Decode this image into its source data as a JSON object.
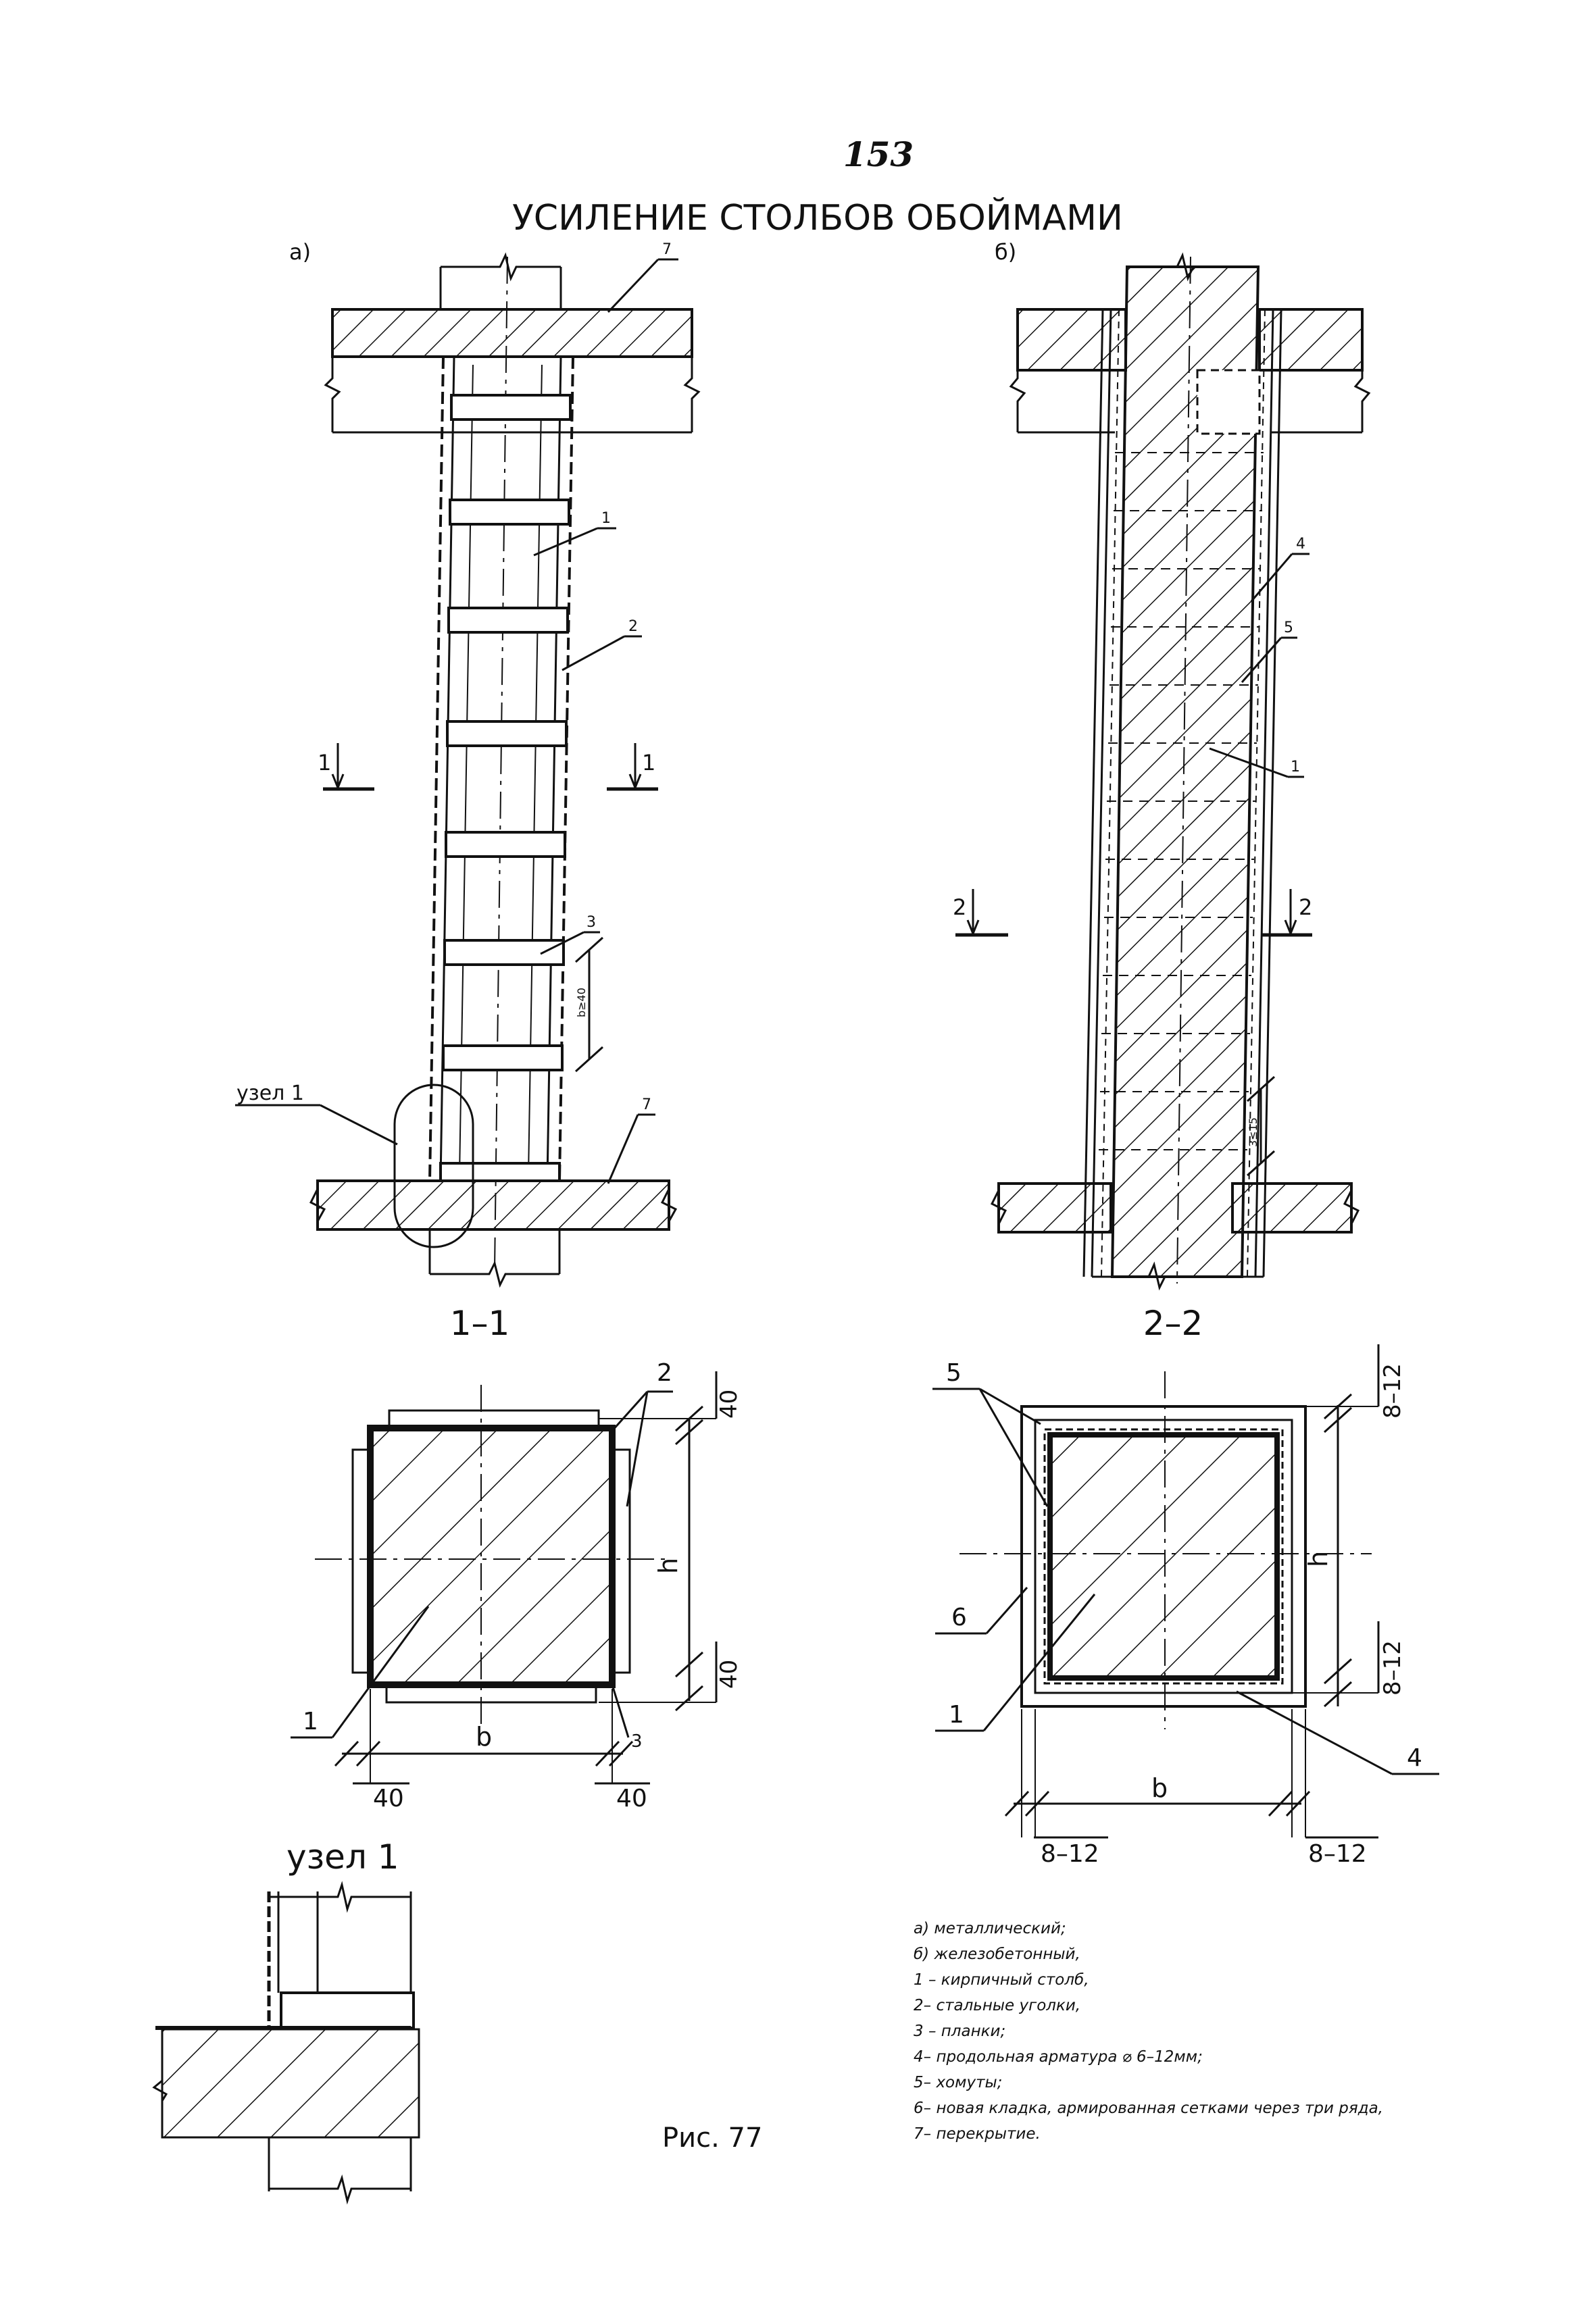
{
  "page_number": "153",
  "title": "УСИЛЕНИЕ СТОЛБОВ ОБОЙМАМИ",
  "view_a": {
    "label": "а)",
    "callouts": [
      "7",
      "1",
      "2",
      "3",
      "7"
    ],
    "node_label": "узел 1",
    "dimension_text": "b≥40",
    "section_marks": [
      "1",
      "1"
    ]
  },
  "view_b": {
    "label": "б)",
    "callouts": [
      "4",
      "5",
      "1"
    ],
    "dimension_text": "3≤15",
    "section_marks": [
      "2",
      "2"
    ]
  },
  "section_1_1": {
    "title": "1–1",
    "callouts": [
      "2",
      "1",
      "3"
    ],
    "dims": [
      "40",
      "40",
      "40",
      "40"
    ],
    "b": "b",
    "h": "h"
  },
  "section_2_2": {
    "title": "2–2",
    "callouts": [
      "5",
      "6",
      "1",
      "4"
    ],
    "dims": [
      "8–12",
      "8–12",
      "8–12",
      "8–12"
    ],
    "b": "b",
    "h": "h"
  },
  "node_1": {
    "title": "узел 1"
  },
  "figure_caption": "Рис. 77",
  "legend": [
    "а) металлический;",
    "б) железобетонный,",
    "1 – кирпичный столб,",
    "2– стальные уголки,",
    "3 – планки;",
    "4– продольная арматура ⌀ 6–12мм;",
    "5– хомуты;",
    "6– новая кладка, армированная сетками через три ряда,",
    "7– перекрытие."
  ]
}
